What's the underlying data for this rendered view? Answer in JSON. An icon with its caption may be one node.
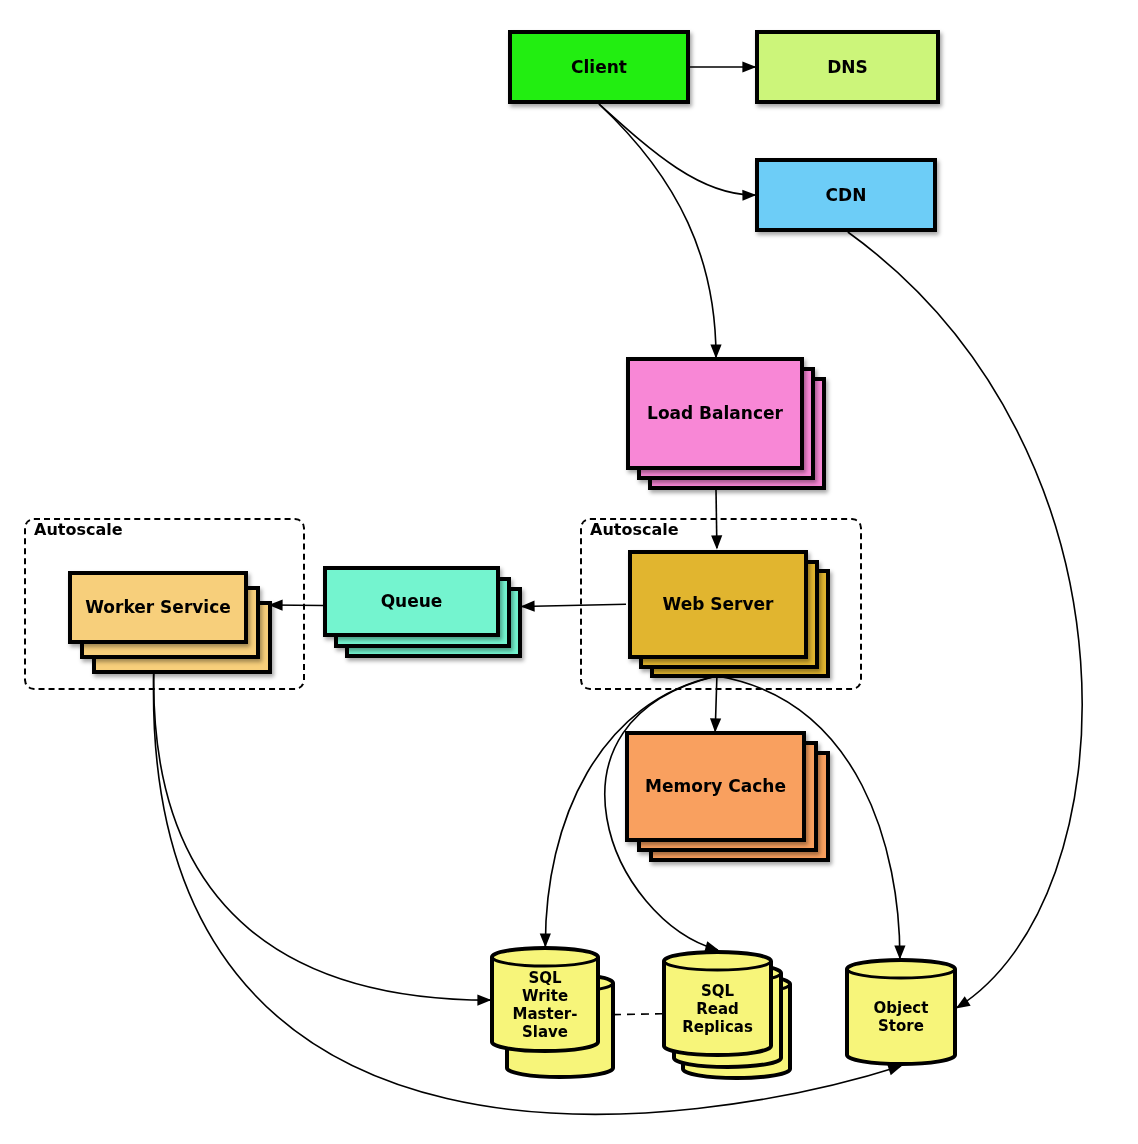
{
  "diagram": {
    "nodes": [
      {
        "text": [
          "Client"
        ]
      },
      {
        "text": [
          "DNS"
        ]
      },
      {
        "text": [
          "CDN"
        ]
      },
      {
        "text": [
          "Load Balancer"
        ]
      },
      {
        "text": [
          "Autoscale"
        ]
      },
      {
        "text": [
          "Worker Service"
        ],
        "in": 4
      },
      {
        "text": [
          "Queue"
        ]
      },
      {
        "text": [
          "Autoscale"
        ]
      },
      {
        "text": [
          "Web Server"
        ],
        "in": 7
      },
      {
        "text": [
          "Memory Cache"
        ]
      },
      {
        "text": [
          "SQL Write Master-Slave"
        ]
      },
      {
        "text": [
          "SQL Read Replicas"
        ]
      },
      {
        "text": [
          "Object Store"
        ]
      }
    ],
    "edges": [
      {
        "from": 0,
        "to": 1,
        "arrow": "to"
      },
      {
        "from": 0,
        "to": 2,
        "arrow": "to"
      },
      {
        "from": 0,
        "to": 3,
        "arrow": "to"
      },
      {
        "from": 2,
        "to": 12,
        "arrow": "to"
      },
      {
        "from": 3,
        "to": 8,
        "arrow": "to"
      },
      {
        "from": 8,
        "to": 6,
        "arrow": "to"
      },
      {
        "from": 6,
        "to": 5,
        "arrow": "to"
      },
      {
        "from": 8,
        "to": 9,
        "arrow": "to"
      },
      {
        "from": 8,
        "to": 10,
        "arrow": "to"
      },
      {
        "from": 8,
        "to": 11,
        "arrow": "to"
      },
      {
        "from": 8,
        "to": 12,
        "arrow": "to"
      },
      {
        "from": 5,
        "to": 10,
        "arrow": "to"
      },
      {
        "from": 5,
        "to": 12,
        "arrow": "to"
      },
      {
        "from": 10,
        "to": 11,
        "arrow": "none",
        "style": "dashed"
      }
    ]
  }
}
